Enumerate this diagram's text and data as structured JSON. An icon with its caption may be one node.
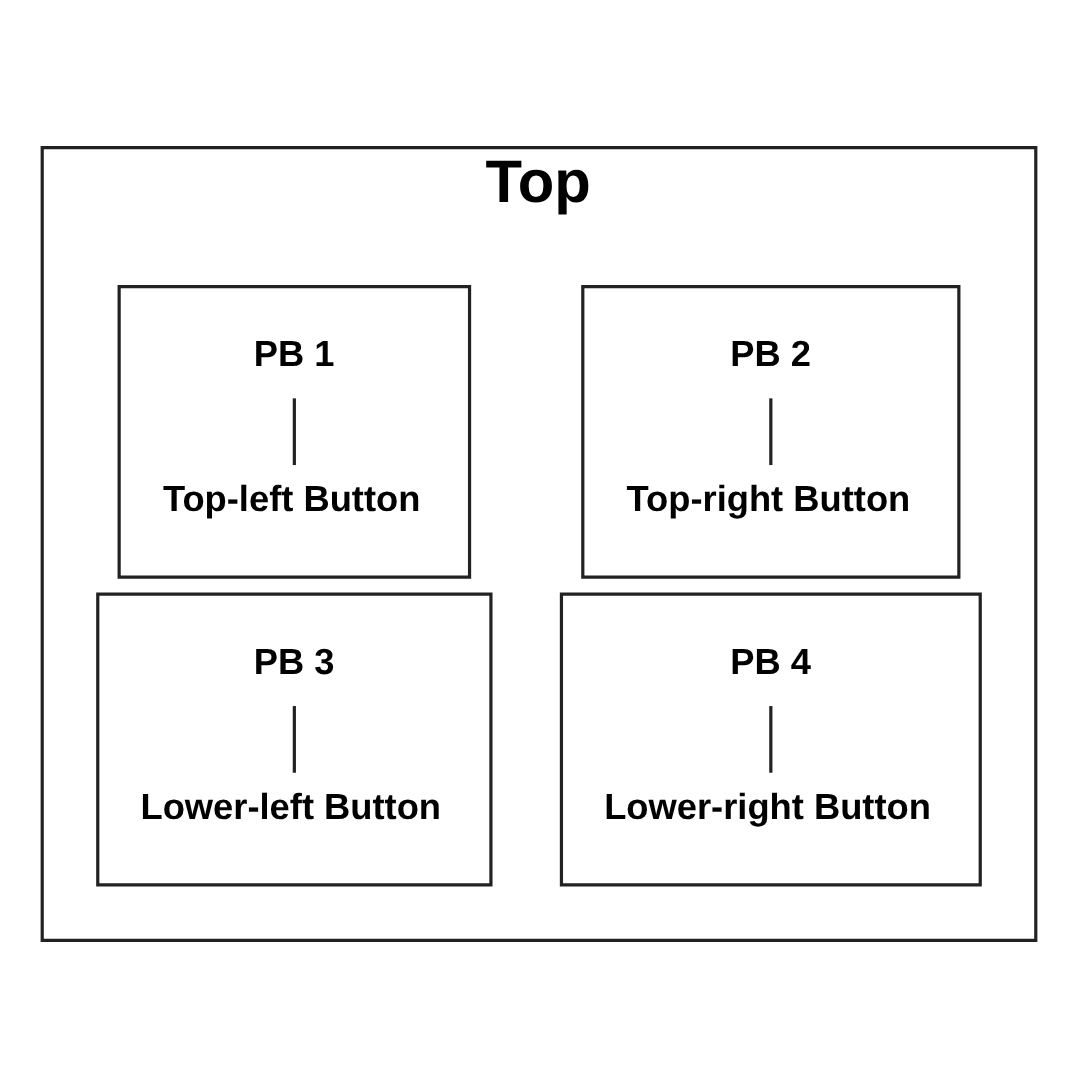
{
  "diagram": {
    "nodes": [
      {
        "text": [
          "Top"
        ]
      },
      {
        "text": [],
        "shape": "box",
        "in": 0
      },
      {
        "text": [
          "PB 1"
        ],
        "in": 1
      },
      {
        "text": [
          "Top-left Button"
        ],
        "in": 1
      },
      {
        "text": [],
        "shape": "box",
        "in": 0
      },
      {
        "text": [
          "PB 2"
        ],
        "in": 4
      },
      {
        "text": [
          "Top-right Button"
        ],
        "in": 4
      },
      {
        "text": [],
        "shape": "box",
        "in": 0
      },
      {
        "text": [
          "PB 3"
        ],
        "in": 7
      },
      {
        "text": [
          "Lower-left Button"
        ],
        "in": 7
      },
      {
        "text": [],
        "shape": "box",
        "in": 0
      },
      {
        "text": [
          "PB 4"
        ],
        "in": 10
      },
      {
        "text": [
          "Lower-right Button"
        ],
        "in": 10
      }
    ],
    "edges": [
      {
        "from": 2,
        "to": 3,
        "arrow": "none"
      },
      {
        "from": 5,
        "to": 6,
        "arrow": "none"
      },
      {
        "from": 8,
        "to": 9,
        "arrow": "none"
      },
      {
        "from": 11,
        "to": 12,
        "arrow": "none"
      }
    ]
  }
}
